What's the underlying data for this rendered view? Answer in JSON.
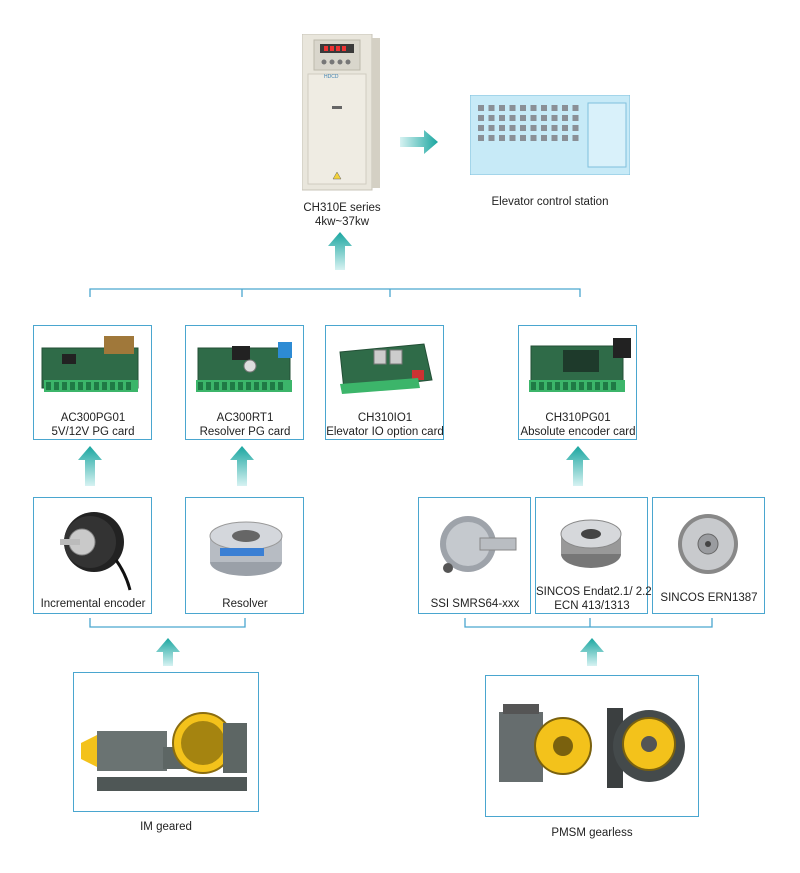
{
  "inverter": {
    "title": "CH310E series",
    "power": "4kw~37kw",
    "logo_text": "HDCD"
  },
  "control_station": {
    "label": "Elevator control station"
  },
  "cards": [
    {
      "model": "AC300PG01",
      "desc": "5V/12V PG card"
    },
    {
      "model": "AC300RT1",
      "desc": "Resolver PG card"
    },
    {
      "model": "CH310IO1",
      "desc": "Elevator IO option card"
    },
    {
      "model": "CH310PG01",
      "desc": "Absolute encoder card"
    }
  ],
  "encoders": [
    {
      "label": "Incremental encoder"
    },
    {
      "label": "Resolver"
    },
    {
      "label": "SSI SMRS64-xxx"
    },
    {
      "label_line1": "SINCOS Endat2.1/ 2.2",
      "label_line2": "ECN 413/1313"
    },
    {
      "label": "SINCOS ERN1387"
    }
  ],
  "motors": [
    {
      "label": "IM geared"
    },
    {
      "label": "PMSM gearless"
    }
  ],
  "colors": {
    "accent": "#4aa6cf",
    "arrow_top": "#1aa6a0",
    "arrow_bottom": "#cfeff0",
    "panel": "#c7eaf7",
    "panel_key": "#8a8f96"
  }
}
